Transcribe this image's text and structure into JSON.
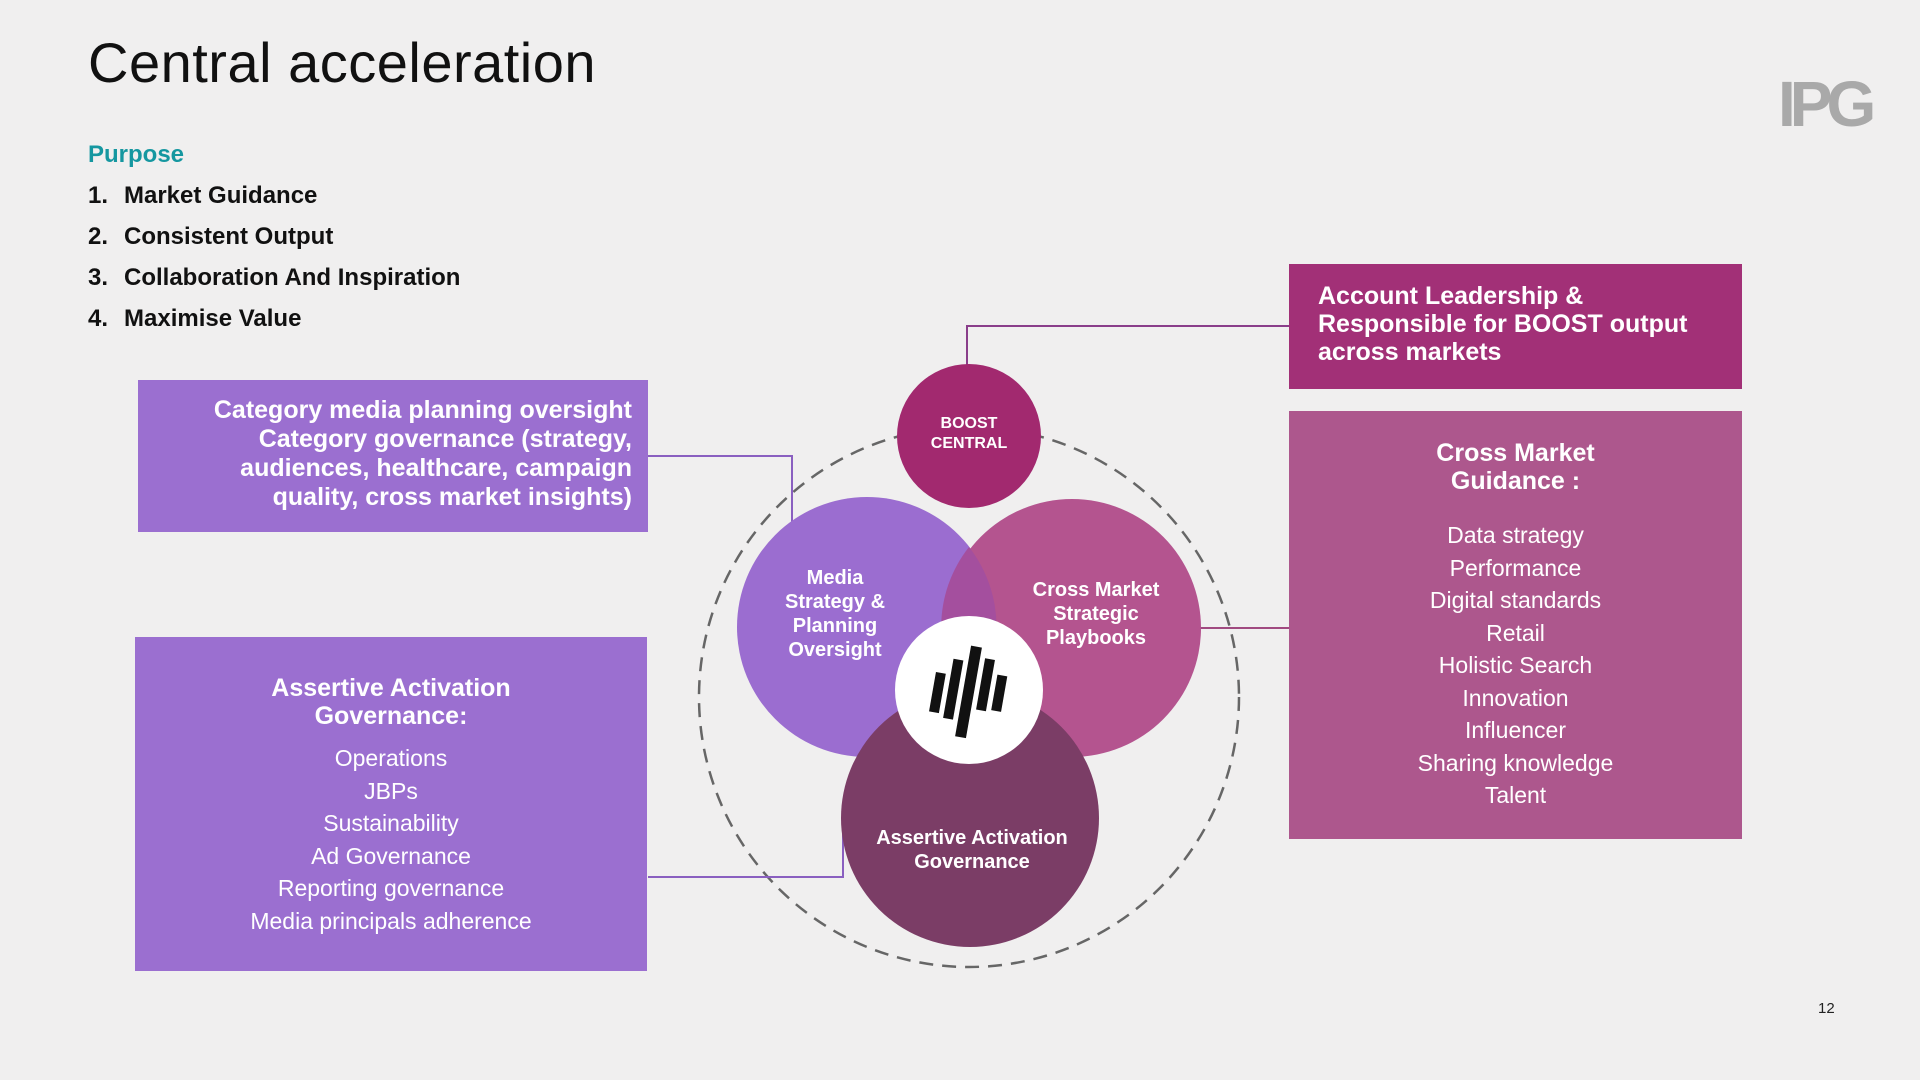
{
  "title": "Central acceleration",
  "logo_text": "IPG",
  "purpose": {
    "heading": "Purpose",
    "items": [
      {
        "num": "1.",
        "label": "Market Guidance"
      },
      {
        "num": "2.",
        "label": "Consistent Output"
      },
      {
        "num": "3.",
        "label": "Collaboration And Inspiration"
      },
      {
        "num": "4.",
        "label": "Maximise Value"
      }
    ]
  },
  "boxes": {
    "planning": {
      "lines": [
        "Category media planning oversight",
        "Category governance (strategy,",
        "audiences, healthcare, campaign",
        "quality, cross market insights)"
      ]
    },
    "activation": {
      "heading_lines": [
        "Assertive Activation",
        "Governance:"
      ],
      "items": [
        "Operations",
        "JBPs",
        "Sustainability",
        "Ad Governance",
        "Reporting governance",
        "Media principals adherence"
      ]
    },
    "account": {
      "lines": [
        "Account Leadership &",
        "Responsible for BOOST output",
        "across markets"
      ]
    },
    "cross_market": {
      "heading_lines": [
        "Cross Market",
        "Guidance :"
      ],
      "items": [
        "Data strategy",
        "Performance",
        "Digital standards",
        "Retail",
        "Holistic Search",
        "Innovation",
        "Influencer",
        "Sharing knowledge",
        "Talent"
      ]
    }
  },
  "circles": {
    "boost": {
      "lines": [
        "BOOST",
        "CENTRAL"
      ],
      "color": "#a2296f"
    },
    "media": {
      "lines": [
        "Media",
        "Strategy &",
        "Planning",
        "Oversight"
      ],
      "color": "#9b6dd0"
    },
    "cross": {
      "lines": [
        "Cross Market",
        "Strategic",
        "Playbooks"
      ],
      "color": "#b4548f"
    },
    "activation": {
      "lines": [
        "Assertive Activation",
        "Governance"
      ],
      "color": "#7b3d66"
    }
  },
  "colors": {
    "accent_teal": "#1597a0",
    "purple_box": "#9b6fd0",
    "magenta_box": "#a23077",
    "pink_box": "#ad578d",
    "connector": "#8a3e8a"
  },
  "center_icon": "waveform-logo-icon",
  "page_number": "12"
}
